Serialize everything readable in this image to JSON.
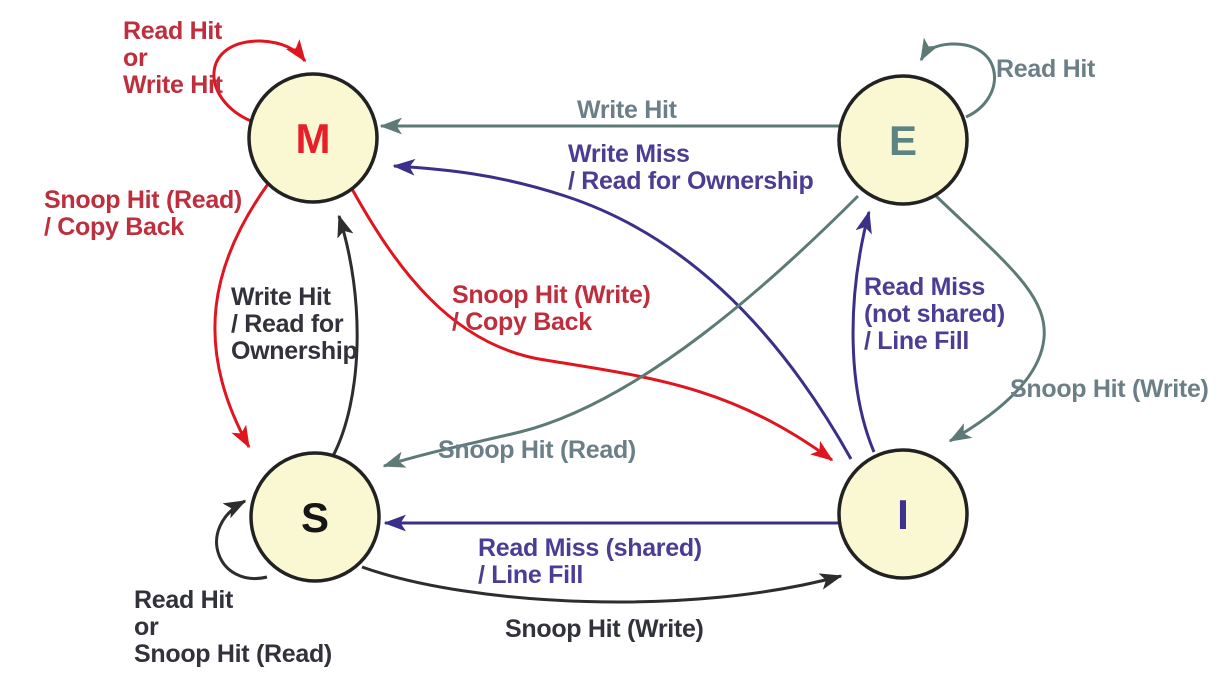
{
  "colors": {
    "background": "#ffffff",
    "node-fill": "#faf8d2",
    "node-border": "#222222",
    "red-arrow": "#df161f",
    "red-text": "#bf2e3c",
    "gray-arrow": "#5e7a77",
    "gray-text": "#6c7f87",
    "purple-arrow": "#3b3089",
    "purple-text": "#4c3d94",
    "black-arrow": "#2d2d2d",
    "black-text": "#32323c",
    "state-m": "#e71f2b",
    "state-e": "#5d8383",
    "state-s": "#161616",
    "state-i": "#3e3290"
  },
  "states": {
    "m": {
      "label": "M"
    },
    "e": {
      "label": "E"
    },
    "s": {
      "label": "S"
    },
    "i": {
      "label": "I"
    }
  },
  "transitions": {
    "m_self": {
      "from": "M",
      "to": "M",
      "color": "red",
      "lines": [
        "Read Hit",
        "or",
        "Write Hit"
      ]
    },
    "e_self": {
      "from": "E",
      "to": "E",
      "color": "gray",
      "lines": [
        "Read Hit"
      ]
    },
    "s_self": {
      "from": "S",
      "to": "S",
      "color": "black",
      "lines": [
        "Read Hit",
        "or",
        "Snoop Hit (Read)"
      ]
    },
    "e_to_m": {
      "from": "E",
      "to": "M",
      "color": "gray",
      "lines": [
        "Write Hit"
      ]
    },
    "i_to_m": {
      "from": "I",
      "to": "M",
      "color": "purple",
      "lines": [
        "Write Miss",
        "/ Read for Ownership"
      ]
    },
    "m_to_s": {
      "from": "M",
      "to": "S",
      "color": "red",
      "lines": [
        "Snoop Hit (Read)",
        "/ Copy Back"
      ]
    },
    "s_to_m": {
      "from": "S",
      "to": "M",
      "color": "black",
      "lines": [
        "Write Hit",
        "/ Read for",
        "Ownership"
      ]
    },
    "m_to_i": {
      "from": "M",
      "to": "I",
      "color": "red",
      "lines": [
        "Snoop Hit (Write)",
        "/ Copy Back"
      ]
    },
    "e_to_s": {
      "from": "E",
      "to": "S",
      "color": "gray",
      "lines": [
        "Snoop Hit (Read)"
      ]
    },
    "i_to_e": {
      "from": "I",
      "to": "E",
      "color": "purple",
      "lines": [
        "Read Miss",
        "(not shared)",
        "/ Line Fill"
      ]
    },
    "e_to_i": {
      "from": "E",
      "to": "I",
      "color": "gray",
      "lines": [
        "Snoop Hit (Write)"
      ]
    },
    "i_to_s": {
      "from": "I",
      "to": "S",
      "color": "purple",
      "lines": [
        "Read Miss (shared)",
        "/ Line Fill"
      ]
    },
    "s_to_i": {
      "from": "S",
      "to": "I",
      "color": "black",
      "lines": [
        "Snoop Hit (Write)"
      ]
    }
  }
}
